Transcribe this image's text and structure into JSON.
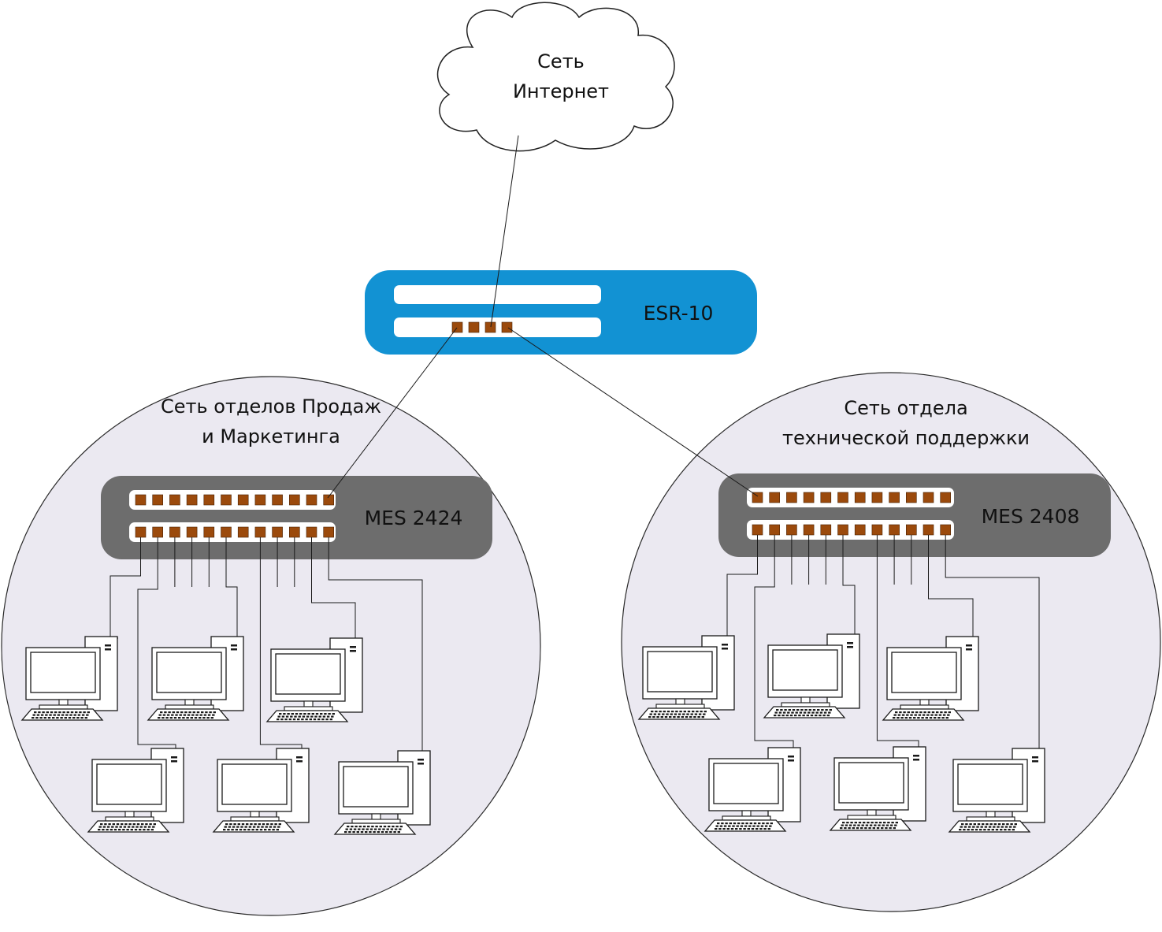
{
  "cloud": {
    "line1": "Сеть",
    "line2": "Интернет"
  },
  "router": {
    "name": "ESR-10"
  },
  "zones": [
    {
      "line1": "Сеть отделов Продаж",
      "line2": "и Маркетинга",
      "switch_name": "MES 2424"
    },
    {
      "line1": "Сеть отдела",
      "line2": "технической поддержки",
      "switch_name": "MES 2408"
    }
  ],
  "colors": {
    "router_body": "#1292d3",
    "switch_body": "#6d6d6d",
    "port": "#9b4a0c",
    "zone_fill": "#ebe9f1",
    "line": "#1a1a1a"
  },
  "icons": {
    "cloud": "cloud-icon",
    "router": "router-icon",
    "switch": "switch-icon",
    "workstation": "desktop-computer-icon"
  }
}
